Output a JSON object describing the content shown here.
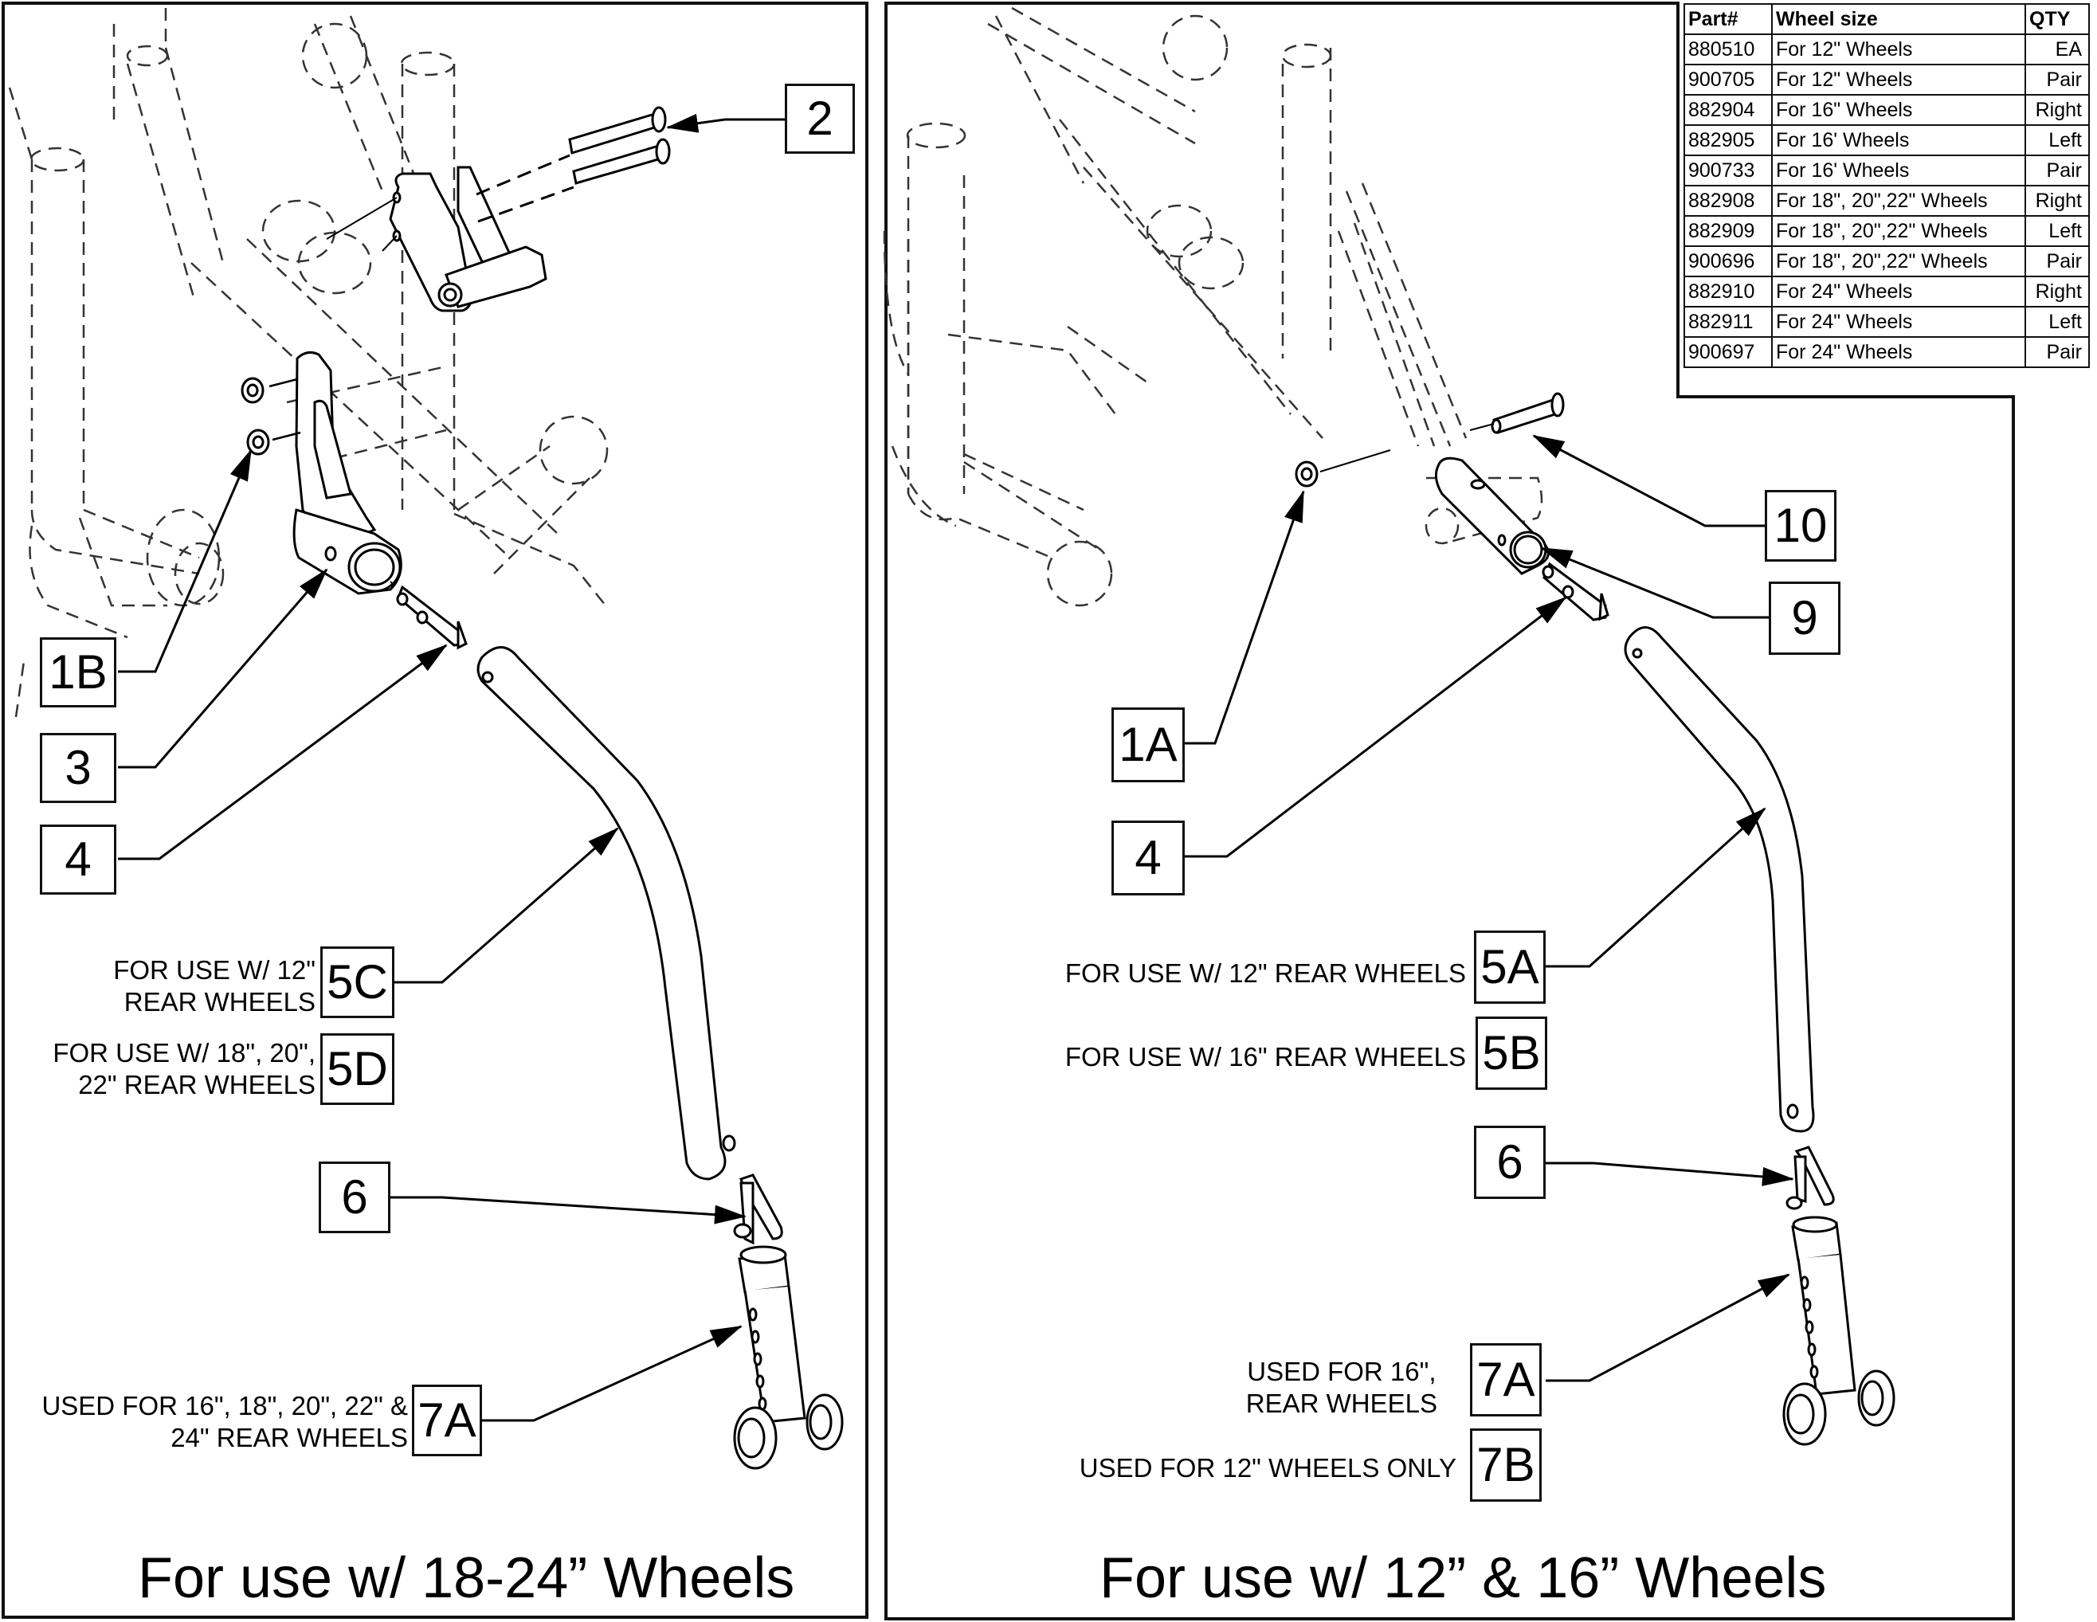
{
  "parts_table": {
    "headers": {
      "part": "Part#",
      "size": "Wheel size",
      "qty": "QTY"
    },
    "rows": [
      {
        "part": "880510",
        "size": "For 12\" Wheels",
        "qty": "EA"
      },
      {
        "part": "900705",
        "size": "For 12\" Wheels",
        "qty": "Pair"
      },
      {
        "part": "882904",
        "size": "For 16\" Wheels",
        "qty": "Right"
      },
      {
        "part": "882905",
        "size": "For 16' Wheels",
        "qty": "Left"
      },
      {
        "part": "900733",
        "size": "For 16' Wheels",
        "qty": "Pair"
      },
      {
        "part": "882908",
        "size": "For 18\", 20\",22\" Wheels",
        "qty": "Right"
      },
      {
        "part": "882909",
        "size": "For 18\", 20\",22\" Wheels",
        "qty": "Left"
      },
      {
        "part": "900696",
        "size": "For 18\", 20\",22\" Wheels",
        "qty": "Pair"
      },
      {
        "part": "882910",
        "size": "For 24\" Wheels",
        "qty": "Right"
      },
      {
        "part": "882911",
        "size": "For 24\" Wheels",
        "qty": "Left"
      },
      {
        "part": "900697",
        "size": "For 24\" Wheels",
        "qty": "Pair"
      }
    ]
  },
  "left_panel": {
    "title": "For use w/ 18-24” Wheels",
    "callouts": {
      "c2": "2",
      "c1b": "1B",
      "c3": "3",
      "c4": "4",
      "c5c": "5C",
      "c5d": "5D",
      "c6": "6",
      "c7a": "7A"
    },
    "notes": {
      "n5c_line1": "FOR USE W/ 12\"",
      "n5c_line2": "REAR WHEELS",
      "n5d_line1": "FOR USE W/ 18\", 20\",",
      "n5d_line2": "22\" REAR WHEELS",
      "n7a_line1": "USED FOR 16\", 18\", 20\", 22\" &",
      "n7a_line2": "24\" REAR WHEELS"
    }
  },
  "right_panel": {
    "title": "For use w/ 12” & 16” Wheels",
    "callouts": {
      "c10": "10",
      "c9": "9",
      "c1a": "1A",
      "c4": "4",
      "c5a": "5A",
      "c5b": "5B",
      "c6": "6",
      "c7a": "7A",
      "c7b": "7B"
    },
    "notes": {
      "n5a": "FOR USE W/ 12\" REAR WHEELS",
      "n5b": "FOR USE W/ 16\" REAR WHEELS",
      "n7a_line1": "USED FOR 16\",",
      "n7a_line2": "REAR WHEELS",
      "n7b": "USED FOR 12\" WHEELS ONLY"
    }
  }
}
